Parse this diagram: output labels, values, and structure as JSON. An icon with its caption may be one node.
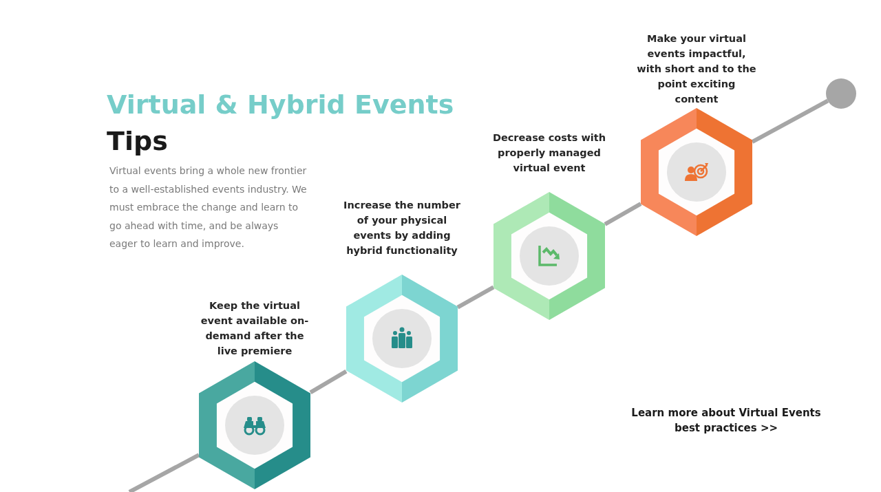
{
  "diagram": {
    "title": "Virtual & Hybrid Events",
    "nodes": [
      {
        "text": [
          "Keep the virtual event available on-demand after the live premiere"
        ]
      },
      {
        "text": [
          "Increase the number of your physical events by adding hybrid functionality"
        ]
      },
      {
        "text": [
          "Decrease costs with properly managed virtual event"
        ]
      },
      {
        "text": [
          "Make your virtual events impactful, with short and to the point exciting content"
        ]
      },
      {
        "text": [],
        "shape": "circle"
      }
    ],
    "edges": [
      {
        "from": null,
        "to": 0,
        "arrow": "none"
      },
      {
        "from": 0,
        "to": 1,
        "arrow": "none"
      },
      {
        "from": 1,
        "to": 2,
        "arrow": "none"
      },
      {
        "from": 2,
        "to": 3,
        "arrow": "none"
      },
      {
        "from": 3,
        "to": 4,
        "arrow": "none"
      }
    ],
    "labels": [
      "Tips",
      "Virtual events bring a whole new frontier to a well-established events industry. We must embrace the change and learn to go ahead with time, and be always eager to learn and improve.",
      "Learn more about Virtual Events best practices >>"
    ]
  }
}
